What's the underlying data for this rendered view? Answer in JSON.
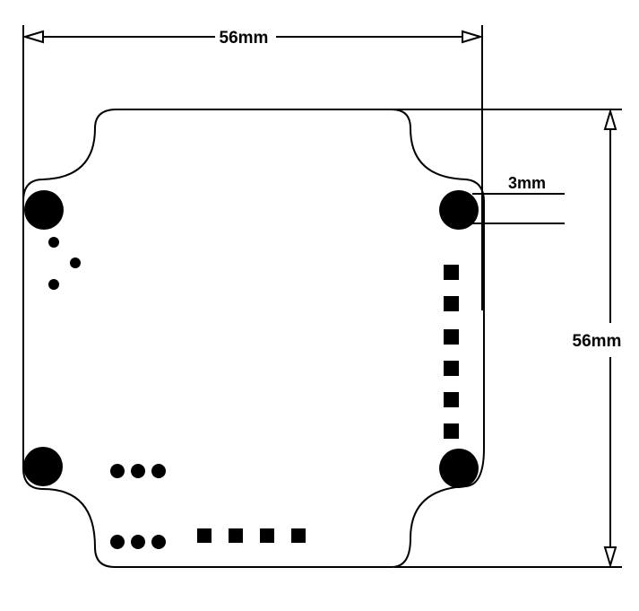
{
  "dimensions": {
    "width_label": "56mm",
    "height_label": "56mm",
    "hole_label": "3mm"
  },
  "colors": {
    "ink": "#000000",
    "background": "#ffffff"
  }
}
